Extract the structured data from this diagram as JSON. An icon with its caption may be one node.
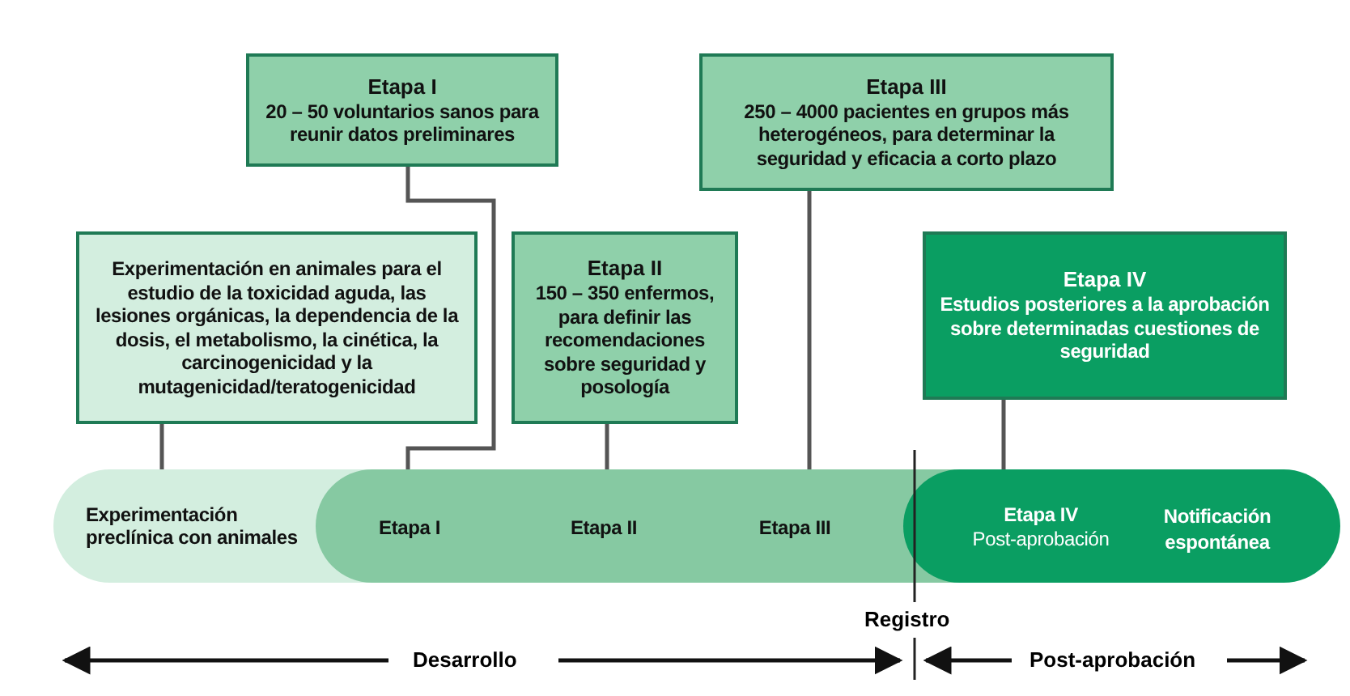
{
  "diagram": {
    "nodes": [
      {
        "text": [
          "Etapa I",
          "20 – 50 voluntarios sanos para reunir datos preliminares"
        ]
      },
      {
        "text": [
          "Etapa III",
          "250 – 4000 pacientes en grupos más heterogéneos, para determinar la seguridad y eficacia a corto plazo"
        ]
      },
      {
        "text": [
          "Experimentación en animales para el estudio de la toxicidad aguda, las lesiones orgánicas, la dependencia de la dosis, el metabolismo, la cinética, la carcinogenicidad y la mutagenicidad/teratogenicidad"
        ]
      },
      {
        "text": [
          "Etapa II",
          "150 – 350 enfermos, para definir las recomendaciones sobre seguridad y posología"
        ]
      },
      {
        "text": [
          "Etapa IV",
          "Estudios posteriores a la aprobación sobre determinadas cuestiones de seguridad"
        ]
      },
      {
        "text": [
          "Experimentación preclínica con animales"
        ]
      },
      {
        "text": [],
        "shape": "bar"
      },
      {
        "text": [
          "Etapa I"
        ],
        "in": 6
      },
      {
        "text": [
          "Etapa II"
        ],
        "in": 6
      },
      {
        "text": [
          "Etapa III"
        ],
        "in": 6
      },
      {
        "text": [],
        "shape": "bar"
      },
      {
        "text": [
          "Etapa IV",
          "Post-aprobación"
        ],
        "in": 10
      },
      {
        "text": [
          "Notificación espontánea"
        ],
        "in": 10
      }
    ],
    "edges": [
      {
        "from": 2,
        "to": 5,
        "arrow": "none"
      },
      {
        "from": 0,
        "to": 7,
        "arrow": "none"
      },
      {
        "from": 3,
        "to": 8,
        "arrow": "none"
      },
      {
        "from": 1,
        "to": 9,
        "arrow": "none"
      },
      {
        "from": 4,
        "to": 11,
        "arrow": "none"
      }
    ],
    "labels": [
      "Registro",
      "Desarrollo",
      "Post-aprobación"
    ]
  }
}
